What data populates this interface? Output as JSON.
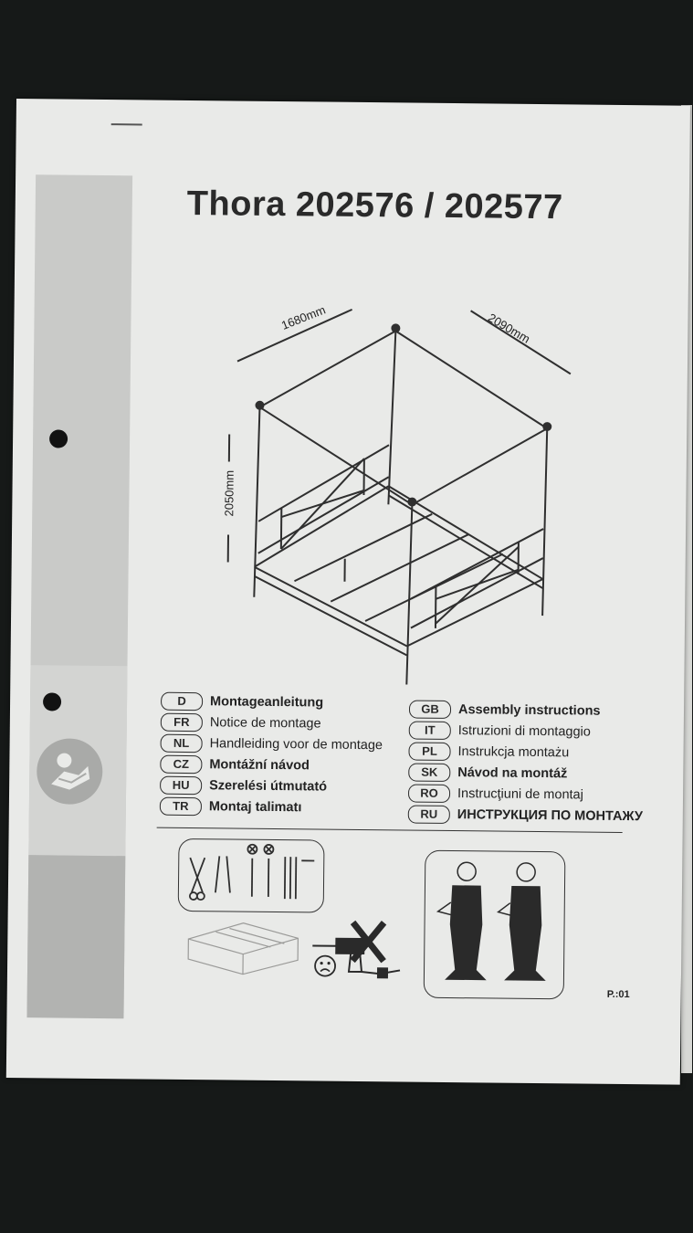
{
  "document": {
    "title": "Thora  202576 / 202577",
    "dimensions": {
      "width": "1680mm",
      "length": "2090mm",
      "height": "2050mm"
    },
    "languages": [
      {
        "code": "D",
        "text": "Montageanleitung"
      },
      {
        "code": "FR",
        "text": "Notice de montage"
      },
      {
        "code": "NL",
        "text": "Handleiding voor de montage"
      },
      {
        "code": "CZ",
        "text": "Montážní návod"
      },
      {
        "code": "HU",
        "text": "Szerelési útmutató"
      },
      {
        "code": "TR",
        "text": "Montaj talimatı"
      },
      {
        "code": "GB",
        "text": "Assembly instructions"
      },
      {
        "code": "IT",
        "text": "Istruzioni di montaggio"
      },
      {
        "code": "PL",
        "text": "Instrukcja montażu"
      },
      {
        "code": "SK",
        "text": "Návod na montáž"
      },
      {
        "code": "RO",
        "text": "Instrucţiuni de montaj"
      },
      {
        "code": "RU",
        "text": "ИНСТРУКЦИЯ ПО МОНТАЖУ"
      }
    ],
    "page_number": "P.:01",
    "icons": [
      "read-manual-icon",
      "tools-icon",
      "no-power-drill-icon",
      "sad-face-icon",
      "two-workers-icon"
    ]
  }
}
